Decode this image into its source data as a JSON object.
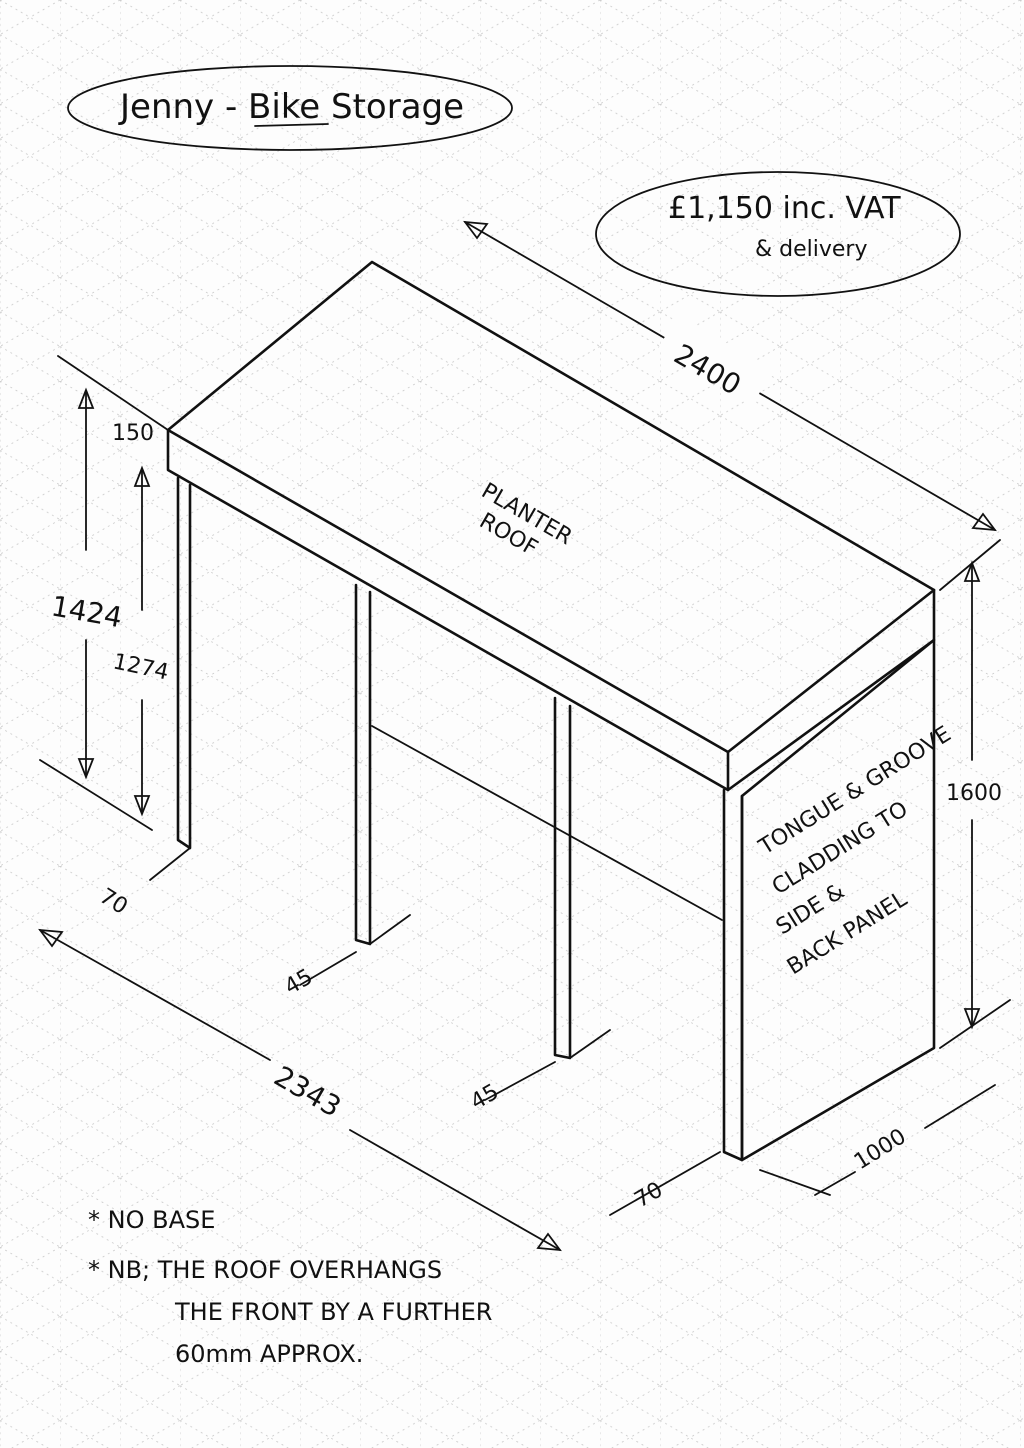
{
  "title": "Jenny - Bike Storage",
  "price": {
    "line1": "£1,150 inc. VAT",
    "line2": "& delivery"
  },
  "roof_label": {
    "line1": "PLANTER",
    "line2": "ROOF"
  },
  "cladding_label": {
    "line1": "TONGUE & GROOVE",
    "line2": "CLADDING TO",
    "line3": "SIDE &",
    "line4": "BACK PANEL"
  },
  "dimensions": {
    "roof_length": "2400",
    "roof_thickness": "150",
    "height_total": "1424",
    "height_under_roof": "1274",
    "height_right": "1600",
    "post_width": "70",
    "base_length": "2343",
    "depth": "1000",
    "post_front_right": "70",
    "post_mid_1": "45",
    "post_mid_2": "45"
  },
  "notes": {
    "note1": "* NO BASE",
    "note2_line1": "* NB; THE ROOF OVERHANGS",
    "note2_line2": "THE FRONT BY A FURTHER",
    "note2_line3": "60mm APPROX."
  }
}
